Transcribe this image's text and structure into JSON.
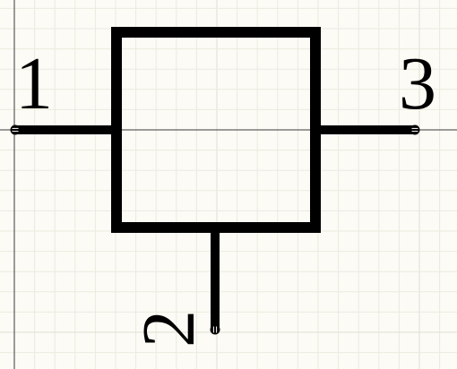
{
  "canvas": {
    "background": "#fcfbf5",
    "grid_minor_color": "#ecebdf",
    "grid_major_color": "#e0dfd2",
    "crosshair_color": "#3a3a3a"
  },
  "symbol": {
    "body_color": "#000000",
    "pin_end_marker_color": "#ffffff"
  },
  "pins": [
    {
      "number": "1",
      "side": "left"
    },
    {
      "number": "2",
      "side": "bottom"
    },
    {
      "number": "3",
      "side": "right"
    }
  ]
}
